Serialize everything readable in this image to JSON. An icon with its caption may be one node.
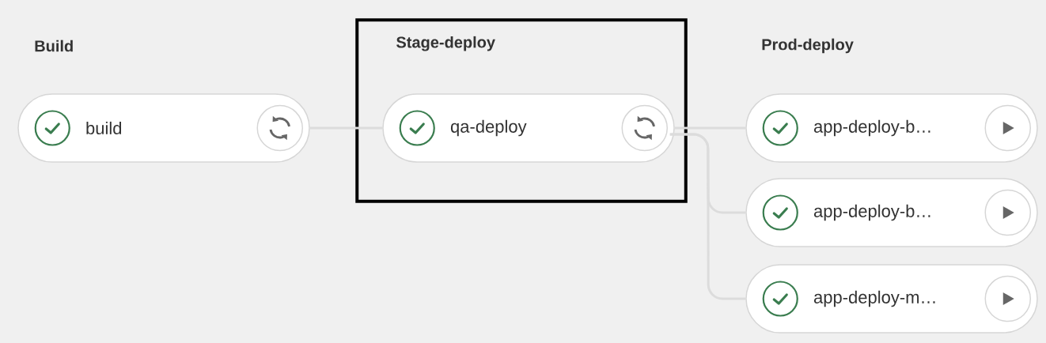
{
  "diagram": {
    "nodes": [
      {
        "text": [
          "build"
        ]
      },
      {
        "text": [
          "Stage-deploy"
        ]
      },
      {
        "text": [
          "qa-deploy"
        ],
        "in": 1
      },
      {
        "text": [
          "app-deploy-b…"
        ]
      },
      {
        "text": [
          "app-deploy-b…"
        ]
      },
      {
        "text": [
          "app-deploy-m…"
        ]
      }
    ],
    "edges": [
      {
        "from": 0,
        "to": 2,
        "arrow": "none"
      },
      {
        "from": 2,
        "to": 3,
        "arrow": "none"
      },
      {
        "from": 2,
        "to": 4,
        "arrow": "none"
      },
      {
        "from": 2,
        "to": 5,
        "arrow": "none"
      }
    ],
    "labels": [
      "Build",
      "Prod-deploy"
    ]
  }
}
